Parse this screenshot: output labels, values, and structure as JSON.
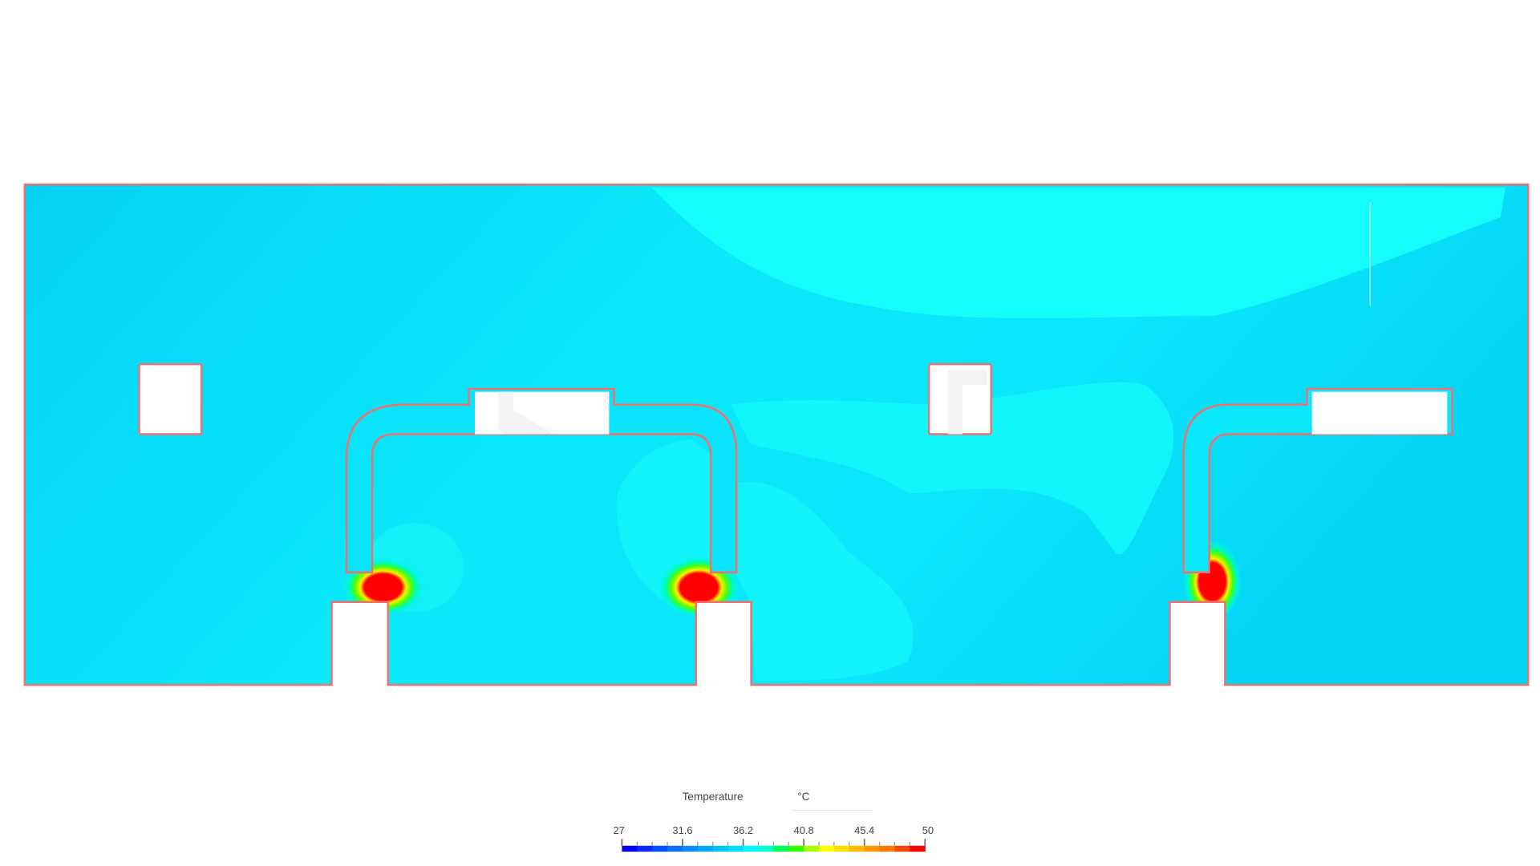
{
  "chart_data": {
    "type": "heatmap",
    "title": "Temperature",
    "unit": "°C",
    "colorbar": {
      "min": 27,
      "max": 50,
      "tick_labels": [
        "27",
        "31.6",
        "36.2",
        "40.8",
        "45.4",
        "50"
      ],
      "ticks": [
        27,
        31.6,
        36.2,
        40.8,
        45.4,
        50
      ],
      "colors": [
        "#0000ff",
        "#0a28ff",
        "#0050ff",
        "#0a6eff",
        "#0a8cff",
        "#00aaff",
        "#00c3ff",
        "#00dcff",
        "#00f5ff",
        "#00ffcc",
        "#00ff55",
        "#33ff00",
        "#aaff00",
        "#ffff00",
        "#ffdd00",
        "#ffbb00",
        "#ff9900",
        "#ff7700",
        "#ff4400",
        "#ff0000"
      ]
    },
    "field_description_values": {
      "ambient_temperature_c": 36.5,
      "hotspot_peak_c": 50
    }
  },
  "colors": {
    "outline": "#f07070",
    "field_base": "#05d5f5",
    "field_cool_region": "#14fdfd",
    "hot": "#ff0000"
  }
}
